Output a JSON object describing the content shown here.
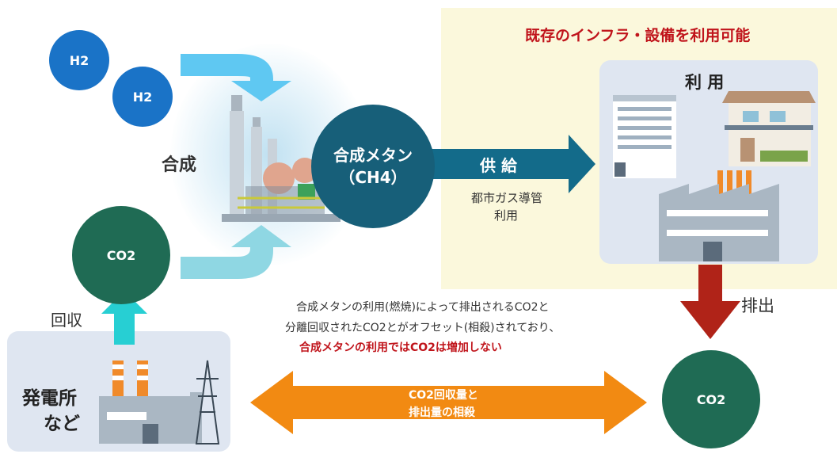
{
  "colors": {
    "h2_blue": "#1a73c7",
    "co2_green": "#1f6b54",
    "methane_teal": "#175f79",
    "supply_arrow": "#136b8a",
    "emit_arrow": "#b02318",
    "offset_arrow": "#f28a12",
    "recover_arrow": "#27cfd3",
    "infra_bg": "#fbf8dc",
    "box_bg": "#dfe6f1",
    "highlight_red": "#c0141b"
  },
  "h2_top": "H2",
  "h2_bottom": "H2",
  "synthesis_label": "合成",
  "co2_left": "CO2",
  "recover_label": "回収",
  "methane": {
    "line1": "合成メタン",
    "line2": "（CH4）"
  },
  "supply": {
    "label": "供 給",
    "sub_line1": "都市ガス導管",
    "sub_line2": "利用"
  },
  "infra_title": "既存のインフラ・設備を利用可能",
  "use_title": "利 用",
  "emit_label": "排出",
  "co2_right": "CO2",
  "description": {
    "line1": "合成メタンの利用(燃焼)によって排出されるCO2と",
    "line2": "分離回収されたCO2とがオフセット(相殺)されており、",
    "line3": "合成メタンの利用ではCO2は増加しない"
  },
  "offset": {
    "line1": "CO2回収量と",
    "line2": "排出量の相殺"
  },
  "plant_label": {
    "line1": "発電所",
    "line2": "など"
  },
  "icons": [
    "chemical-plant-icon",
    "office-building-icon",
    "house-icon",
    "factory-icon",
    "power-plant-icon",
    "transmission-tower-icon"
  ]
}
